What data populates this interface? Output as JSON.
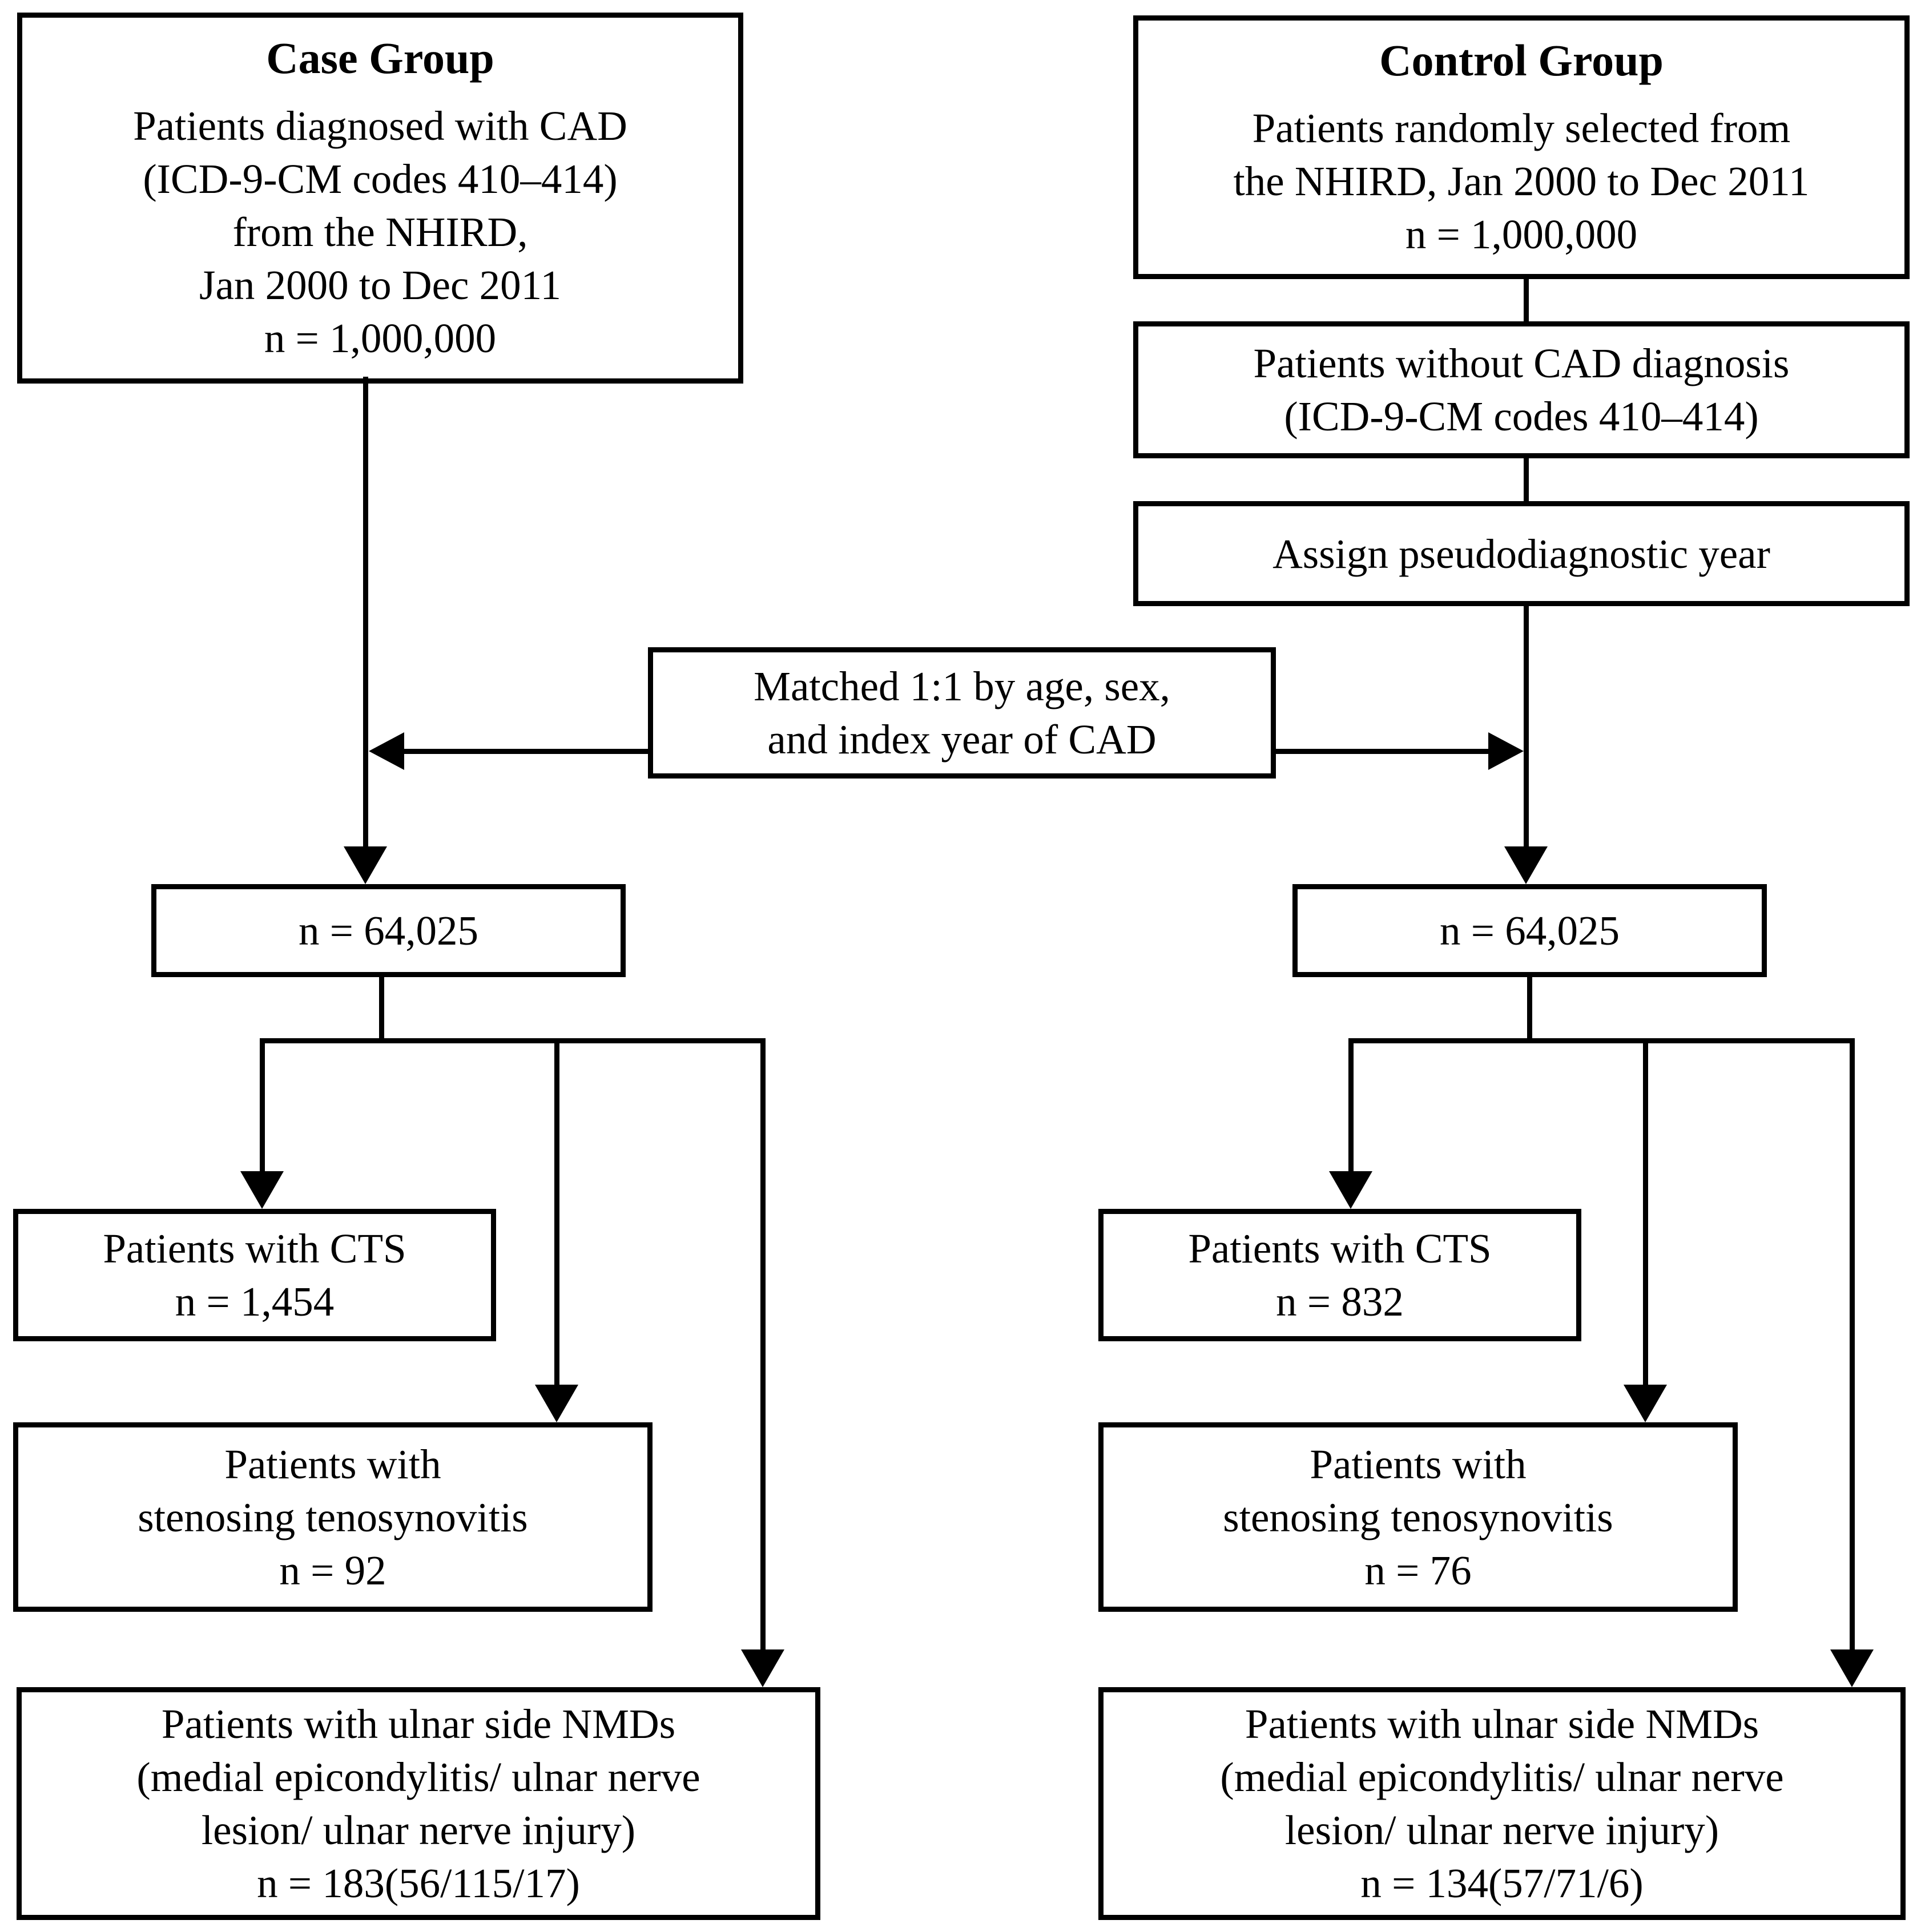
{
  "diagram": {
    "left": {
      "case": {
        "title": "Case Group",
        "lines": [
          "Patients diagnosed with CAD",
          "(ICD-9-CM codes 410–414)",
          "from the NHIRD,",
          "Jan 2000 to Dec 2011",
          "n = 1,000,000"
        ]
      },
      "n": "n = 64,025",
      "cts": [
        "Patients with CTS",
        "n = 1,454"
      ],
      "steno": [
        "Patients with",
        "stenosing tenosynovitis",
        "n = 92"
      ],
      "nmd": [
        "Patients with ulnar side NMDs",
        "(medial epicondylitis/ ulnar nerve",
        "lesion/ ulnar nerve injury)",
        "n = 183(56/115/17)"
      ]
    },
    "right": {
      "control": {
        "title": "Control Group",
        "lines": [
          "Patients randomly selected from",
          "the NHIRD, Jan 2000 to Dec 2011",
          "n = 1,000,000"
        ]
      },
      "no_cad": [
        "Patients without CAD diagnosis",
        "(ICD-9-CM codes 410–414)"
      ],
      "pseudo": [
        "Assign pseudodiagnostic year"
      ],
      "n": "n = 64,025",
      "cts": [
        "Patients with CTS",
        "n = 832"
      ],
      "steno": [
        "Patients with",
        "stenosing tenosynovitis",
        "n = 76"
      ],
      "nmd": [
        "Patients with ulnar side NMDs",
        "(medial epicondylitis/ ulnar nerve",
        "lesion/ ulnar nerve injury)",
        "n = 134(57/71/6)"
      ]
    },
    "matched": [
      "Matched 1:1 by age, sex,",
      "and index year of CAD"
    ]
  },
  "colors": {
    "background": "#ffffff",
    "line": "#000000",
    "text": "#000000",
    "box_border": "#000000"
  }
}
